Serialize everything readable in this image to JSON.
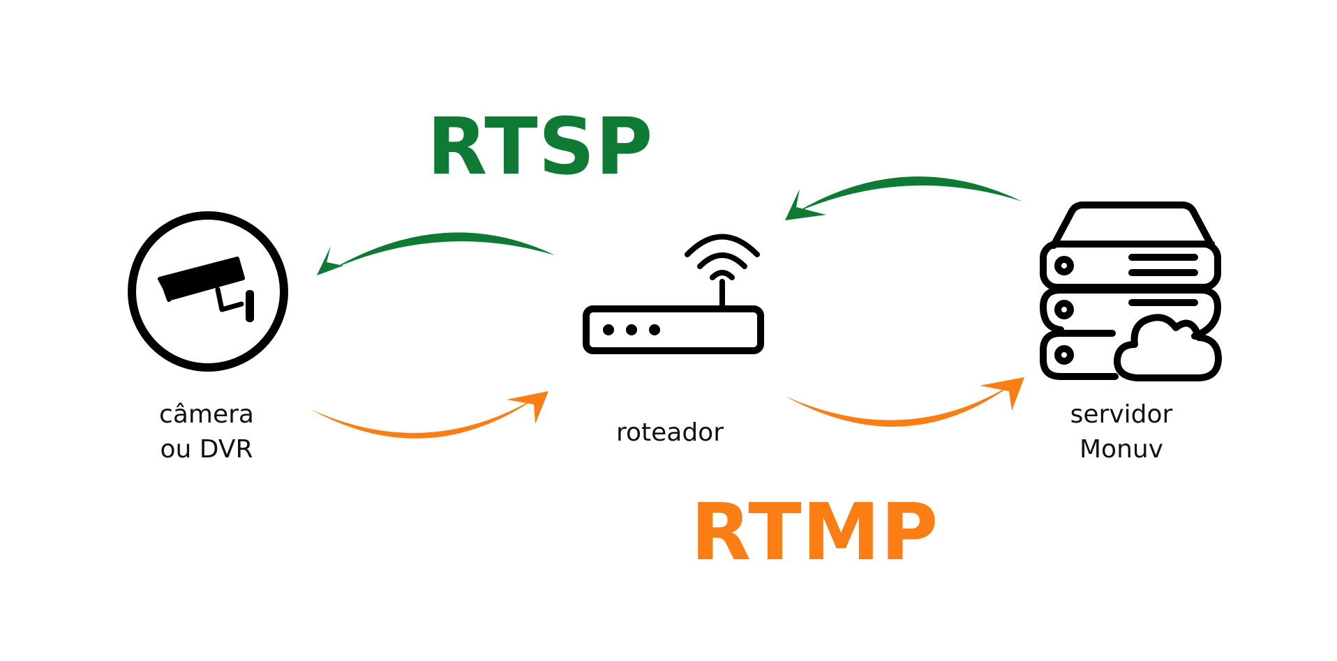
{
  "protocols": {
    "rtsp": {
      "label": "RTSP",
      "color": "#0e7a33"
    },
    "rtmp": {
      "label": "RTMP",
      "color": "#fb7e14"
    }
  },
  "nodes": {
    "camera": {
      "icon": "security-camera-icon",
      "label_line1": "câmera",
      "label_line2": "ou DVR"
    },
    "router": {
      "icon": "wifi-router-icon",
      "label": "roteador"
    },
    "server": {
      "icon": "cloud-server-icon",
      "label_line1": "servidor",
      "label_line2": "Monuv"
    }
  },
  "edges": [
    {
      "from": "router",
      "to": "camera",
      "protocol": "rtsp"
    },
    {
      "from": "server",
      "to": "router",
      "protocol": "rtsp"
    },
    {
      "from": "camera",
      "to": "router",
      "protocol": "rtmp"
    },
    {
      "from": "router",
      "to": "server",
      "protocol": "rtmp"
    }
  ]
}
